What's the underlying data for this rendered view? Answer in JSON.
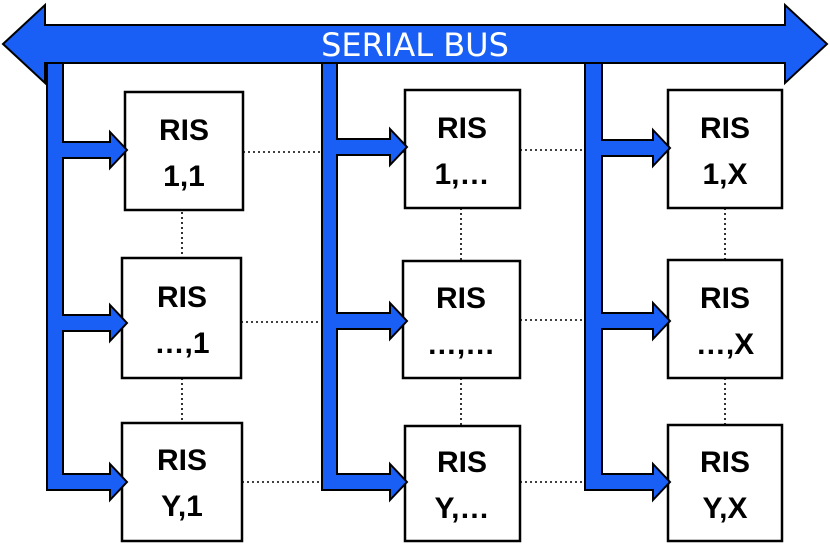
{
  "bus": {
    "label": "SERIAL BUS",
    "color": "#1a5ff5"
  },
  "nodes": [
    {
      "row": 0,
      "col": 0,
      "line1": "RIS",
      "line2": "1,1"
    },
    {
      "row": 0,
      "col": 1,
      "line1": "RIS",
      "line2": "1,…"
    },
    {
      "row": 0,
      "col": 2,
      "line1": "RIS",
      "line2": "1,X"
    },
    {
      "row": 1,
      "col": 0,
      "line1": "RIS",
      "line2": "…,1"
    },
    {
      "row": 1,
      "col": 1,
      "line1": "RIS",
      "line2": "…,…"
    },
    {
      "row": 1,
      "col": 2,
      "line1": "RIS",
      "line2": "…,X"
    },
    {
      "row": 2,
      "col": 0,
      "line1": "RIS",
      "line2": "Y,1"
    },
    {
      "row": 2,
      "col": 1,
      "line1": "RIS",
      "line2": "Y,…"
    },
    {
      "row": 2,
      "col": 2,
      "line1": "RIS",
      "line2": "Y,X"
    }
  ]
}
